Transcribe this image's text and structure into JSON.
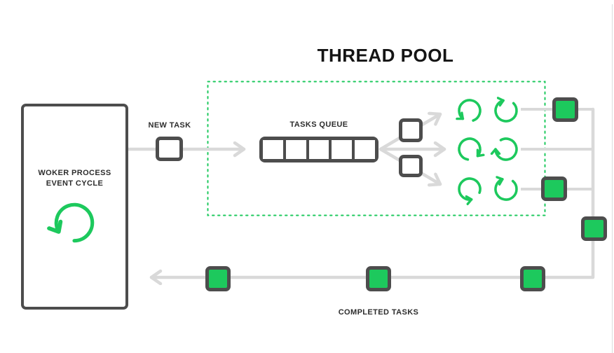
{
  "colors": {
    "green": "#1dc95d",
    "dark_border": "#4d4d4d",
    "connector_gray": "#d9d9d9",
    "text": "#2d2d2d",
    "background": "#ffffff"
  },
  "diagram": {
    "title": "THREAD POOL",
    "worker_box": {
      "label_line1": "WOKER PROCESS",
      "label_line2": "EVENT CYCLE",
      "icon": "cycle-arrow-icon"
    },
    "new_task": {
      "label": "NEW TASK",
      "square_count": 1
    },
    "tasks_queue": {
      "label": "TASKS QUEUE",
      "slot_count": 5
    },
    "dispatch": {
      "pending_task_count": 2
    },
    "thread_pool": {
      "rows": 3,
      "threads_per_row": 2,
      "icon": "cycle-arrow-icon"
    },
    "completed_tasks": {
      "label": "COMPLETED TASKS",
      "square_count": 6
    }
  }
}
